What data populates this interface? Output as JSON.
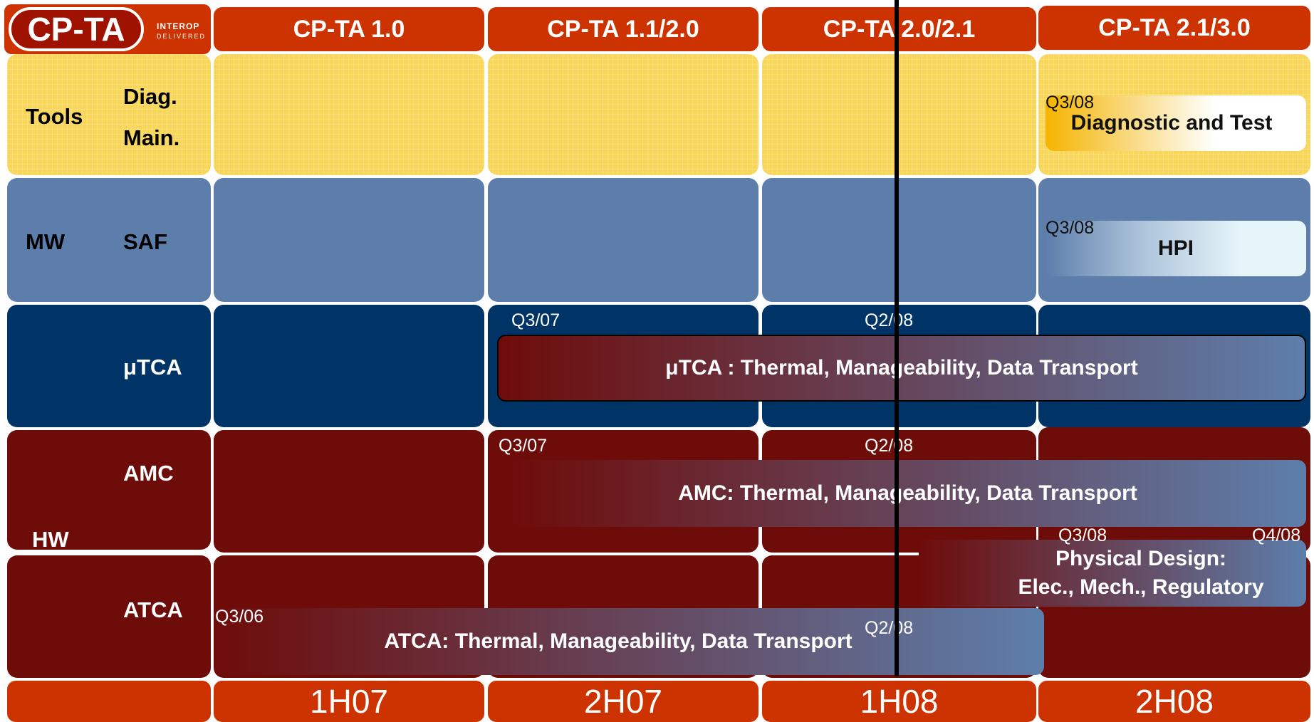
{
  "logo": {
    "text": "CP-TA",
    "tagline_1": "INTEROP",
    "tagline_2": "DELIVERED"
  },
  "headers": [
    "CP-TA 1.0",
    "CP-TA 1.1/2.0",
    "CP-TA 2.0/2.1",
    "CP-TA 2.1/3.0"
  ],
  "footers": [
    "1H07",
    "2H07",
    "1H08",
    "2H08"
  ],
  "rows": {
    "tools": {
      "label": "Tools",
      "sub1": "Diag.",
      "sub2": "Main."
    },
    "mw": {
      "label": "MW",
      "sub": "SAF"
    },
    "utca": {
      "sub": "μTCA"
    },
    "amc": {
      "sub": "AMC"
    },
    "hw": {
      "label": "HW"
    },
    "atca": {
      "sub": "ATCA"
    }
  },
  "bars": {
    "diag": {
      "text": "Diagnostic and Test",
      "start": "Q3/08"
    },
    "hpi": {
      "text": "HPI",
      "start": "Q3/08"
    },
    "utca": {
      "text": "μTCA : Thermal, Manageability, Data Transport",
      "start": "Q3/07",
      "mark": "Q2/08"
    },
    "amc": {
      "text": "AMC: Thermal, Manageability, Data Transport",
      "start": "Q3/07",
      "mark": "Q2/08"
    },
    "physical": {
      "line1": "Physical Design:",
      "line2": "Elec., Mech., Regulatory",
      "start": "Q3/08",
      "end": "Q4/08"
    },
    "atca": {
      "text": "ATCA: Thermal, Manageability, Data Transport",
      "start": "Q3/06",
      "mark": "Q2/08"
    }
  },
  "colors": {
    "header": "#cc3300",
    "tools_row": "#f7d65a",
    "mw_row": "#5d7eab",
    "utca_row": "#003366",
    "hw_row": "#6e0c0a",
    "bar_blue": "#5d7eab"
  }
}
